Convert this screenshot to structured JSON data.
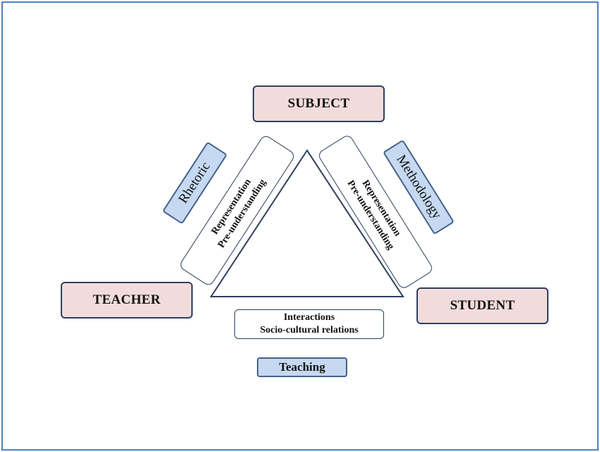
{
  "nodes": {
    "subject": "SUBJECT",
    "teacher": "TEACHER",
    "student": "STUDENT"
  },
  "relations": {
    "rhetoric": "Rhetoric",
    "methodology": "Methodology",
    "teaching": "Teaching"
  },
  "sides": {
    "left": {
      "line1": "Representation",
      "line2": "Pre-understanding"
    },
    "right": {
      "line1": "Representation",
      "line2": "Pre-understanding"
    },
    "bottom": {
      "line1": "Interactions",
      "line2": "Socio-cultural relations"
    }
  },
  "colors": {
    "node_fill": "#f2dcdb",
    "relation_fill": "#c6d9f1",
    "frame_border": "#4f81bd",
    "outline": "#2f3f5f"
  }
}
